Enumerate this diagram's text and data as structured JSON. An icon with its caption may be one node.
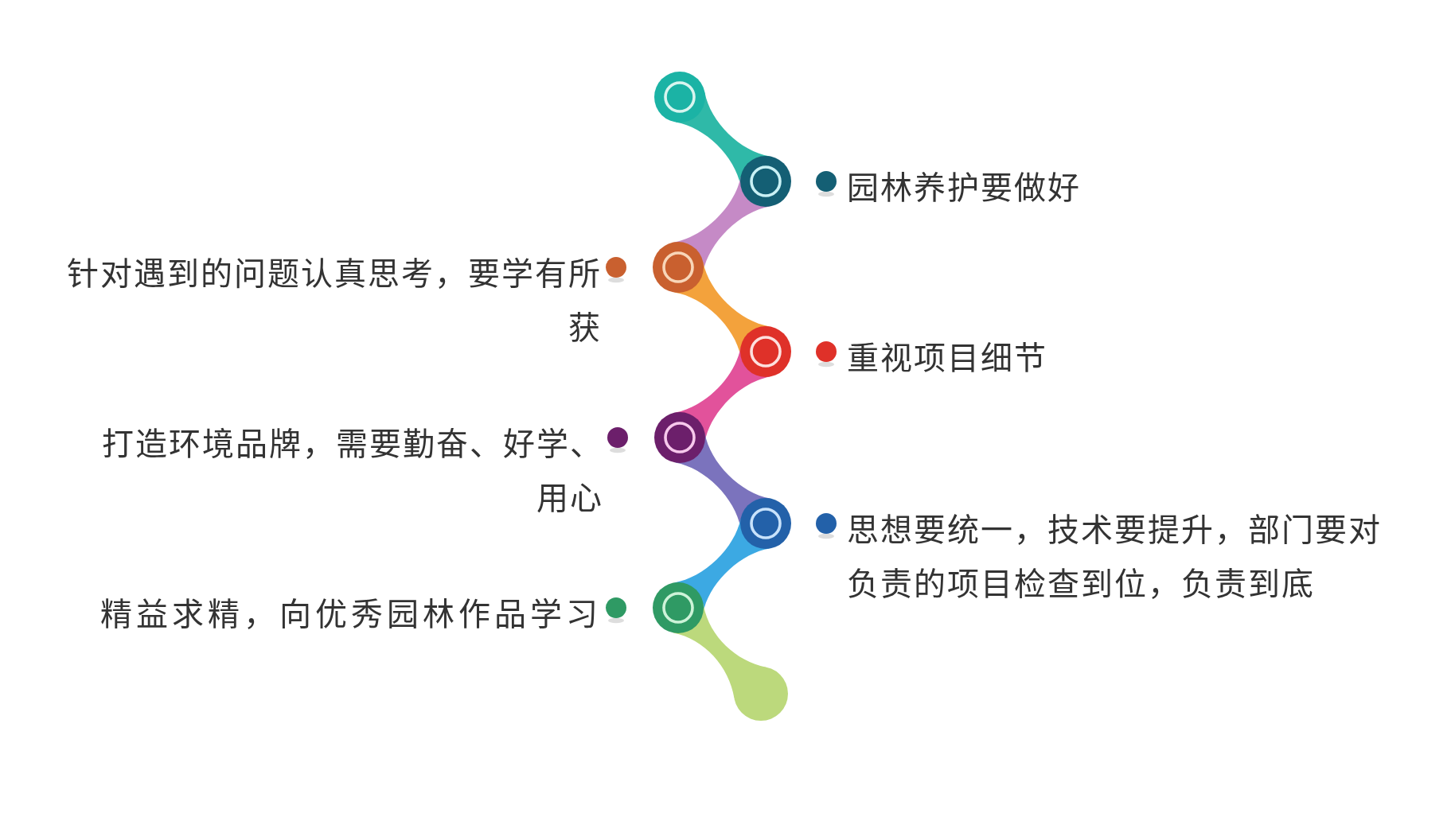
{
  "diagram": {
    "nodes": [
      {
        "text": [],
        "shape": "circle"
      },
      {
        "text": [],
        "shape": "circle",
        "beside": [
          "园林养护要做好"
        ]
      },
      {
        "text": [],
        "shape": "circle",
        "beside": [
          "针对遇到的问题认真思考，要学有所获"
        ]
      },
      {
        "text": [],
        "shape": "circle",
        "beside": [
          "重视项目细节"
        ]
      },
      {
        "text": [],
        "shape": "circle",
        "beside": [
          "打造环境品牌，需要勤奋、好学、用心"
        ]
      },
      {
        "text": [],
        "shape": "circle",
        "beside": [
          "思想要统一，技术要提升，部门要对负责的项目检查到位，负责到底"
        ]
      },
      {
        "text": [],
        "shape": "circle",
        "beside": [
          "精益求精，向优秀园林作品学习"
        ]
      },
      {
        "text": [],
        "shape": "circle"
      }
    ],
    "edges": [
      {
        "from": 0,
        "to": 1,
        "arrow": "none",
        "color": "#2fb9a8"
      },
      {
        "from": 1,
        "to": 2,
        "arrow": "none",
        "color": "#c58ac6"
      },
      {
        "from": 2,
        "to": 3,
        "arrow": "none",
        "color": "#f3a23c"
      },
      {
        "from": 3,
        "to": 4,
        "arrow": "none",
        "color": "#e2529b"
      },
      {
        "from": 4,
        "to": 5,
        "arrow": "none",
        "color": "#7b73bd"
      },
      {
        "from": 5,
        "to": 6,
        "arrow": "none",
        "color": "#3ca9e3"
      },
      {
        "from": 6,
        "to": 7,
        "arrow": "none",
        "color": "#bcd97c"
      }
    ]
  }
}
